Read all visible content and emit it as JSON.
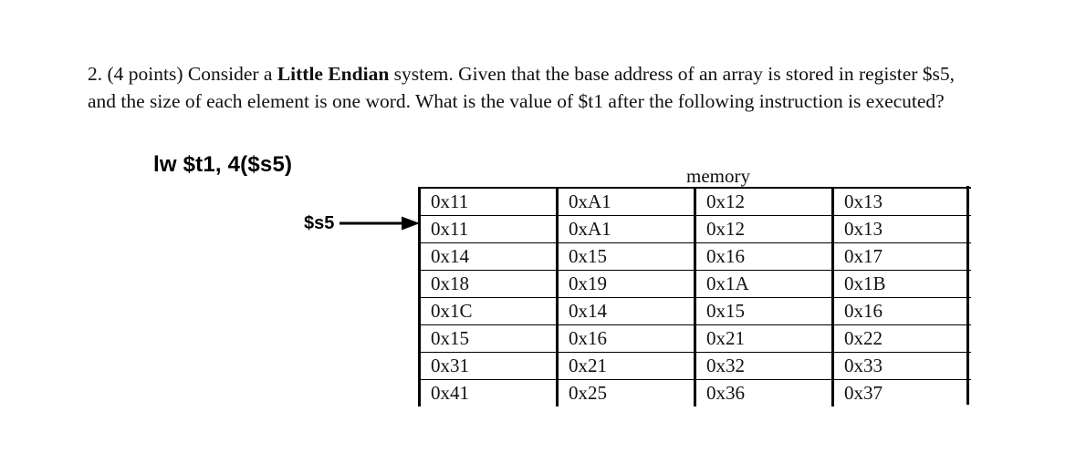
{
  "question": {
    "number": "2.",
    "points": "(4 points)",
    "text_before_bold": "2. (4 points) Consider a ",
    "bold_term": "Little Endian",
    "text_after_bold": " system. Given that the base address of an array is stored in register $s5, and the size of each element is one word. What is the value of $t1 after the following instruction is executed?"
  },
  "instruction": {
    "text": "lw $t1, 4($s5)"
  },
  "pointer": {
    "register_label": "$s5",
    "arrow_icon": "arrow-right-icon",
    "target_row_index": 1
  },
  "memory": {
    "caption": "memory",
    "rows": [
      [
        "0x11",
        "0xA1",
        "0x12",
        "0x13"
      ],
      [
        "0x11",
        "0xA1",
        "0x12",
        "0x13"
      ],
      [
        "0x14",
        "0x15",
        "0x16",
        "0x17"
      ],
      [
        "0x18",
        "0x19",
        "0x1A",
        "0x1B"
      ],
      [
        "0x1C",
        "0x14",
        "0x15",
        "0x16"
      ],
      [
        "0x15",
        "0x16",
        "0x21",
        "0x22"
      ],
      [
        "0x31",
        "0x21",
        "0x32",
        "0x33"
      ],
      [
        "0x41",
        "0x25",
        "0x36",
        "0x37"
      ]
    ]
  },
  "colors": {
    "ink": "#000000",
    "text": "#111111",
    "background": "#ffffff"
  }
}
